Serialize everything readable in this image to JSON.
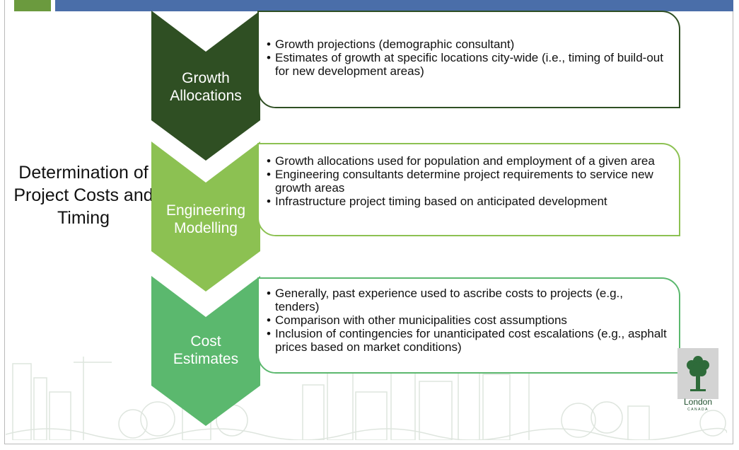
{
  "colors": {
    "header_bar": "#4a6ea9",
    "header_accent": "#6b9a3e",
    "step1": "#2f4f23",
    "step2": "#8cc152",
    "step3": "#5bb86e",
    "logo_green": "#1f4f2d"
  },
  "side_title": "Determination of Project Costs and Timing",
  "steps": [
    {
      "label_line1": "Growth",
      "label_line2": "Allocations",
      "bullets": [
        "Growth projections (demographic consultant)",
        "Estimates of growth at specific locations city-wide (i.e., timing of build-out for new development areas)"
      ]
    },
    {
      "label_line1": "Engineering",
      "label_line2": "Modelling",
      "bullets": [
        "Growth allocations used for population and employment of a given area",
        "Engineering consultants determine project requirements to service new growth areas",
        "Infrastructure project timing based on anticipated development"
      ]
    },
    {
      "label_line1": "Cost",
      "label_line2": "Estimates",
      "bullets": [
        "Generally, past experience used to ascribe costs to projects (e.g., tenders)",
        "Comparison with other municipalities cost assumptions",
        "Inclusion of contingencies for unanticipated cost escalations (e.g., asphalt prices based on market conditions)"
      ]
    }
  ],
  "logo": {
    "name": "London",
    "sub": "CANADA",
    "icon": "tree-icon"
  }
}
